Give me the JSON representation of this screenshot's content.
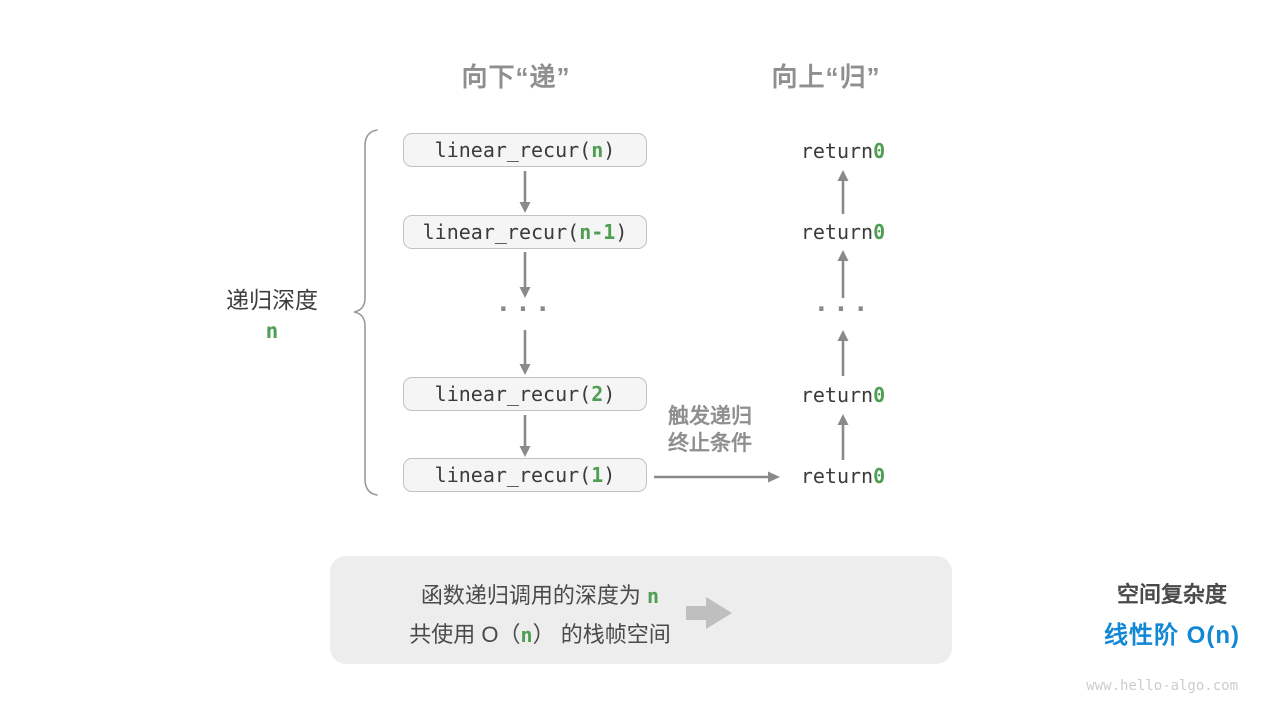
{
  "headers": {
    "down": "向下“递”",
    "up": "向上“归”"
  },
  "brace_label": {
    "text": "递归深度",
    "value": "n"
  },
  "calls": [
    {
      "prefix": "linear_recur(",
      "arg": "n",
      "suffix": ")"
    },
    {
      "prefix": "linear_recur(",
      "arg": "n-1",
      "suffix": ")"
    },
    {
      "prefix": "linear_recur(",
      "arg": "2",
      "suffix": ")"
    },
    {
      "prefix": "linear_recur(",
      "arg": "1",
      "suffix": ")"
    }
  ],
  "returns": [
    {
      "keyword": "return ",
      "value": "0"
    },
    {
      "keyword": "return ",
      "value": "0"
    },
    {
      "keyword": "return ",
      "value": "0"
    },
    {
      "keyword": "return ",
      "value": "0"
    }
  ],
  "ellipsis": "...",
  "terminate_label": {
    "line1": "触发递归",
    "line2": "终止条件"
  },
  "summary": {
    "line1_text": "函数递归调用的深度为 ",
    "line1_value": "n",
    "line2_pre": "共使用 O（",
    "line2_value": "n",
    "line2_post": "） 的栈帧空间",
    "right_title": "空间复杂度",
    "right_value": "线性阶 O(n)"
  },
  "watermark": "www.hello-algo.com",
  "colors": {
    "green": "#4e9e53",
    "blue": "#1287d6",
    "gray_label": "#8f8f8f",
    "dark_text": "#3b3b3b",
    "arrow": "#8a8a8a",
    "box_fill": "#f5f5f5",
    "box_border": "#c2c2c2",
    "summary_fill": "#ededed",
    "watermark": "#cccccc"
  }
}
